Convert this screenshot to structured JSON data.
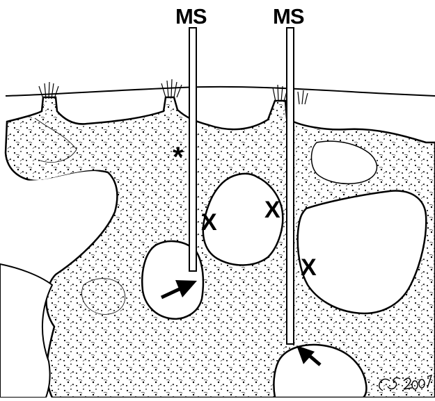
{
  "labels": {
    "ms_left": "MS",
    "ms_right": "MS",
    "asterisk": "*",
    "x_marks": [
      "X",
      "X",
      "X"
    ]
  },
  "signature": "CS2007",
  "colors": {
    "ink": "#000000",
    "paper": "#ffffff"
  }
}
